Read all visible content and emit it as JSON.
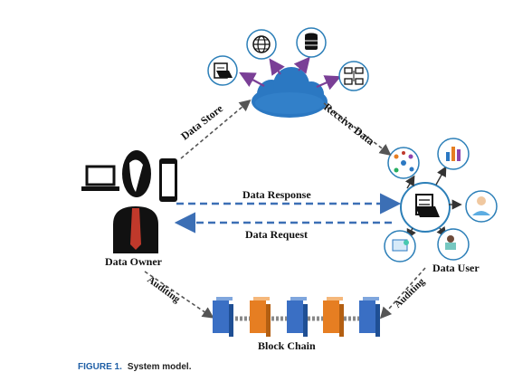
{
  "labels": {
    "data_store": "Data Store",
    "receive_data": "Receive Data",
    "data_response": "Data Response",
    "data_request": "Data Request",
    "data_owner": "Data Owner",
    "data_user": "Data User",
    "auditing_left": "Auditing",
    "auditing_right": "Auditing",
    "block_chain": "Block Chain"
  },
  "caption": {
    "number": "FIGURE 1.",
    "title": "System model."
  },
  "icons": {
    "cloud": "cloud-icon",
    "cloud_services": [
      "folder-document-icon",
      "globe-icon",
      "database-icon",
      "network-computers-icon"
    ],
    "owner_devices": [
      "laptop-icon",
      "tablet-icon",
      "smartphone-icon"
    ],
    "owner": "businessman-icon",
    "user_hub": "folder-document-icon",
    "user_types": [
      "network-nodes-icon",
      "analytics-team-icon",
      "doctor-icon",
      "teacher-icon",
      "lab-worker-icon"
    ],
    "blockchain_blocks": 5
  },
  "colors": {
    "cloud": "#2b78c2",
    "arrow_purple": "#7a3f96",
    "arrow_blue": "#3c6fb5",
    "dashed_gray": "#555555",
    "block_blue": "#3a6fc4",
    "block_orange": "#e67e22",
    "icon_circle": "#2c7fb8",
    "caption_blue": "#1f5fa6"
  }
}
